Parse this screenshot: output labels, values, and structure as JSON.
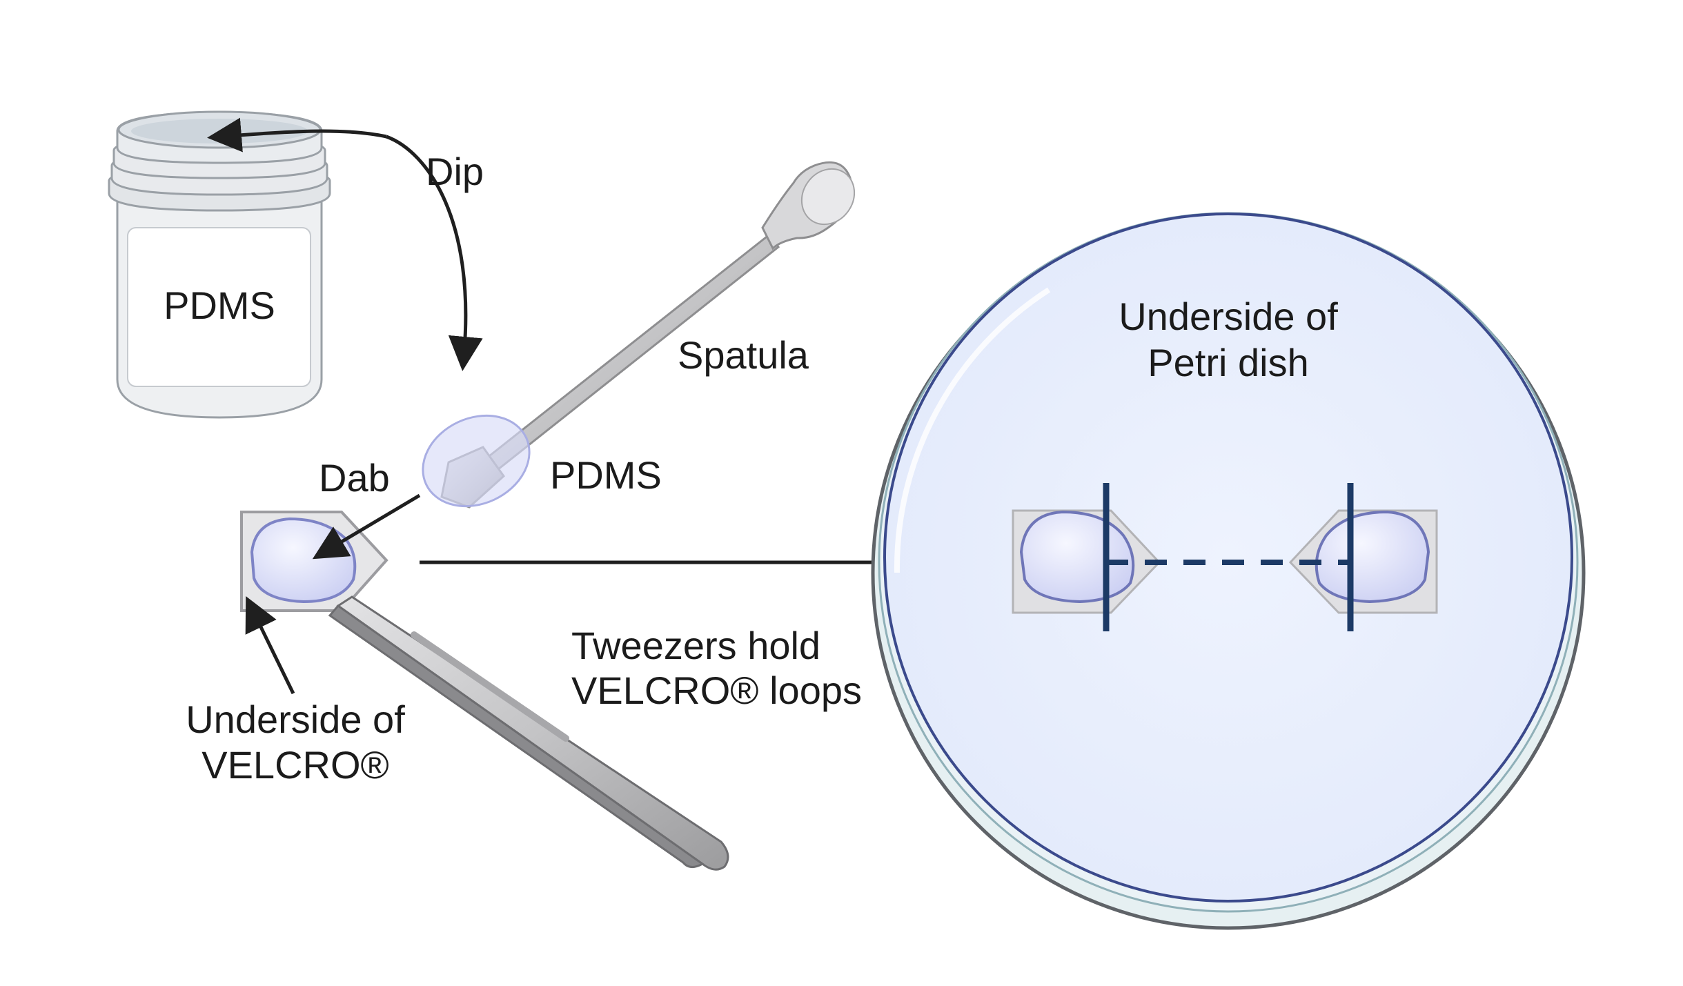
{
  "labels": {
    "jar": "PDMS",
    "dip": "Dip",
    "spatula": "Spatula",
    "pdms_blob": "PDMS",
    "dab": "Dab",
    "velcro_line1": "Underside of",
    "velcro_line2": "VELCRO®",
    "tweezers_line1": "Tweezers hold",
    "tweezers_line2": "VELCRO® loops",
    "petri_line1": "Underside of",
    "petri_line2": "Petri dish"
  },
  "colors": {
    "arrow": "#1f1f1f",
    "petri_fill": "#e9effd",
    "petri_rim": "#5f6368",
    "bar": "#1c3a66",
    "pdms_blob": "#d9dcf7",
    "metal": "#b9b9bb"
  }
}
